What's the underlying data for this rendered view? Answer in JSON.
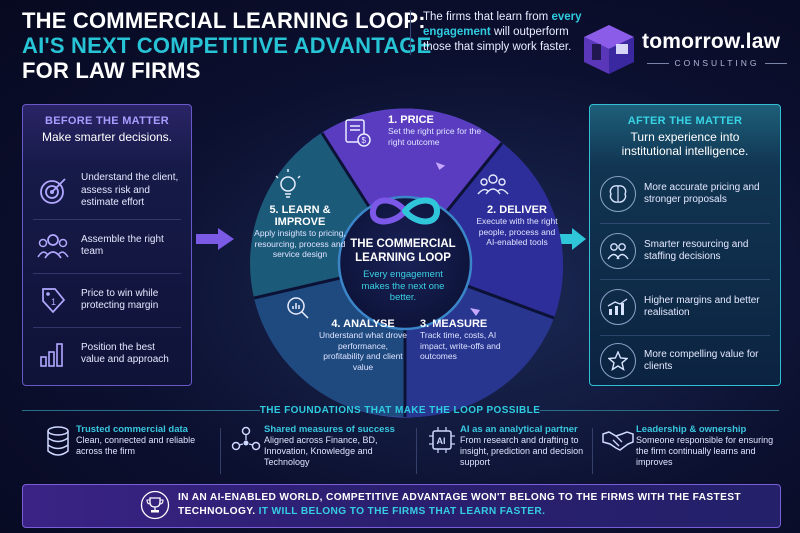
{
  "title": {
    "line1": "THE COMMERCIAL LEARNING LOOP:",
    "line2": "AI'S NEXT COMPETITIVE ADVANTAGE",
    "line3": "FOR LAW FIRMS"
  },
  "tagline": {
    "pre": "The firms that learn from ",
    "highlight": "every engagement",
    "post": " will outperform those that simply work faster."
  },
  "logo": {
    "name": "tomorrow.law",
    "sub": "CONSULTING"
  },
  "before": {
    "heading": "BEFORE THE MATTER",
    "subheading": "Make smarter decisions.",
    "items": [
      {
        "icon": "target-icon",
        "text": "Understand the client, assess risk and estimate effort"
      },
      {
        "icon": "team-icon",
        "text": "Assemble the right team"
      },
      {
        "icon": "price-tag-icon",
        "text": "Price to win while protecting margin"
      },
      {
        "icon": "bar-chart-icon",
        "text": "Position the best value and approach"
      }
    ]
  },
  "after": {
    "heading": "AFTER THE MATTER",
    "subheading": "Turn experience into institutional intelligence.",
    "items": [
      {
        "icon": "brain-icon",
        "text": "More accurate pricing and stronger proposals"
      },
      {
        "icon": "people-icon",
        "text": "Smarter resourcing and staffing decisions"
      },
      {
        "icon": "growth-chart-icon",
        "text": "Higher margins and better realisation"
      },
      {
        "icon": "star-icon",
        "text": "More compelling value for clients"
      }
    ]
  },
  "loop": {
    "center_title": "THE COMMERCIAL LEARNING LOOP",
    "center_sub": "Every engagement makes the next one better.",
    "steps": [
      {
        "title": "1. PRICE",
        "text": "Set the right price for the right outcome"
      },
      {
        "title": "2. DELIVER",
        "text": "Execute with the right people, process and AI-enabled tools"
      },
      {
        "title": "3. MEASURE",
        "text": "Track time, costs, AI impact, write-offs and outcomes"
      },
      {
        "title": "4. ANALYSE",
        "text": "Understand what drove performance, profitability and client value"
      },
      {
        "title": "5. LEARN & IMPROVE",
        "text": "Apply insights to pricing, resourcing, process and service design"
      }
    ]
  },
  "foundations": {
    "title": "THE FOUNDATIONS THAT MAKE THE LOOP POSSIBLE",
    "items": [
      {
        "icon": "database-icon",
        "heading": "Trusted commercial data",
        "text": "Clean, connected and reliable across the firm"
      },
      {
        "icon": "network-icon",
        "heading": "Shared measures of success",
        "text": "Aligned across Finance, BD, Innovation, Knowledge and Technology"
      },
      {
        "icon": "ai-chip-icon",
        "heading": "AI as an analytical partner",
        "text": "From research and drafting to insight, prediction and decision support"
      },
      {
        "icon": "handshake-icon",
        "heading": "Leadership & ownership",
        "text": "Someone responsible for ensuring the firm continually learns and improves"
      }
    ]
  },
  "banner": {
    "main": "IN AN AI-ENABLED WORLD, COMPETITIVE ADVANTAGE WON'T BELONG TO THE FIRMS WITH THE FASTEST TECHNOLOGY. ",
    "highlight": "IT WILL BELONG TO THE FIRMS THAT LEARN FASTER."
  },
  "colors": {
    "accent": "#27c4d6",
    "purple": "#6a58c8",
    "background": "#0a0c24"
  }
}
